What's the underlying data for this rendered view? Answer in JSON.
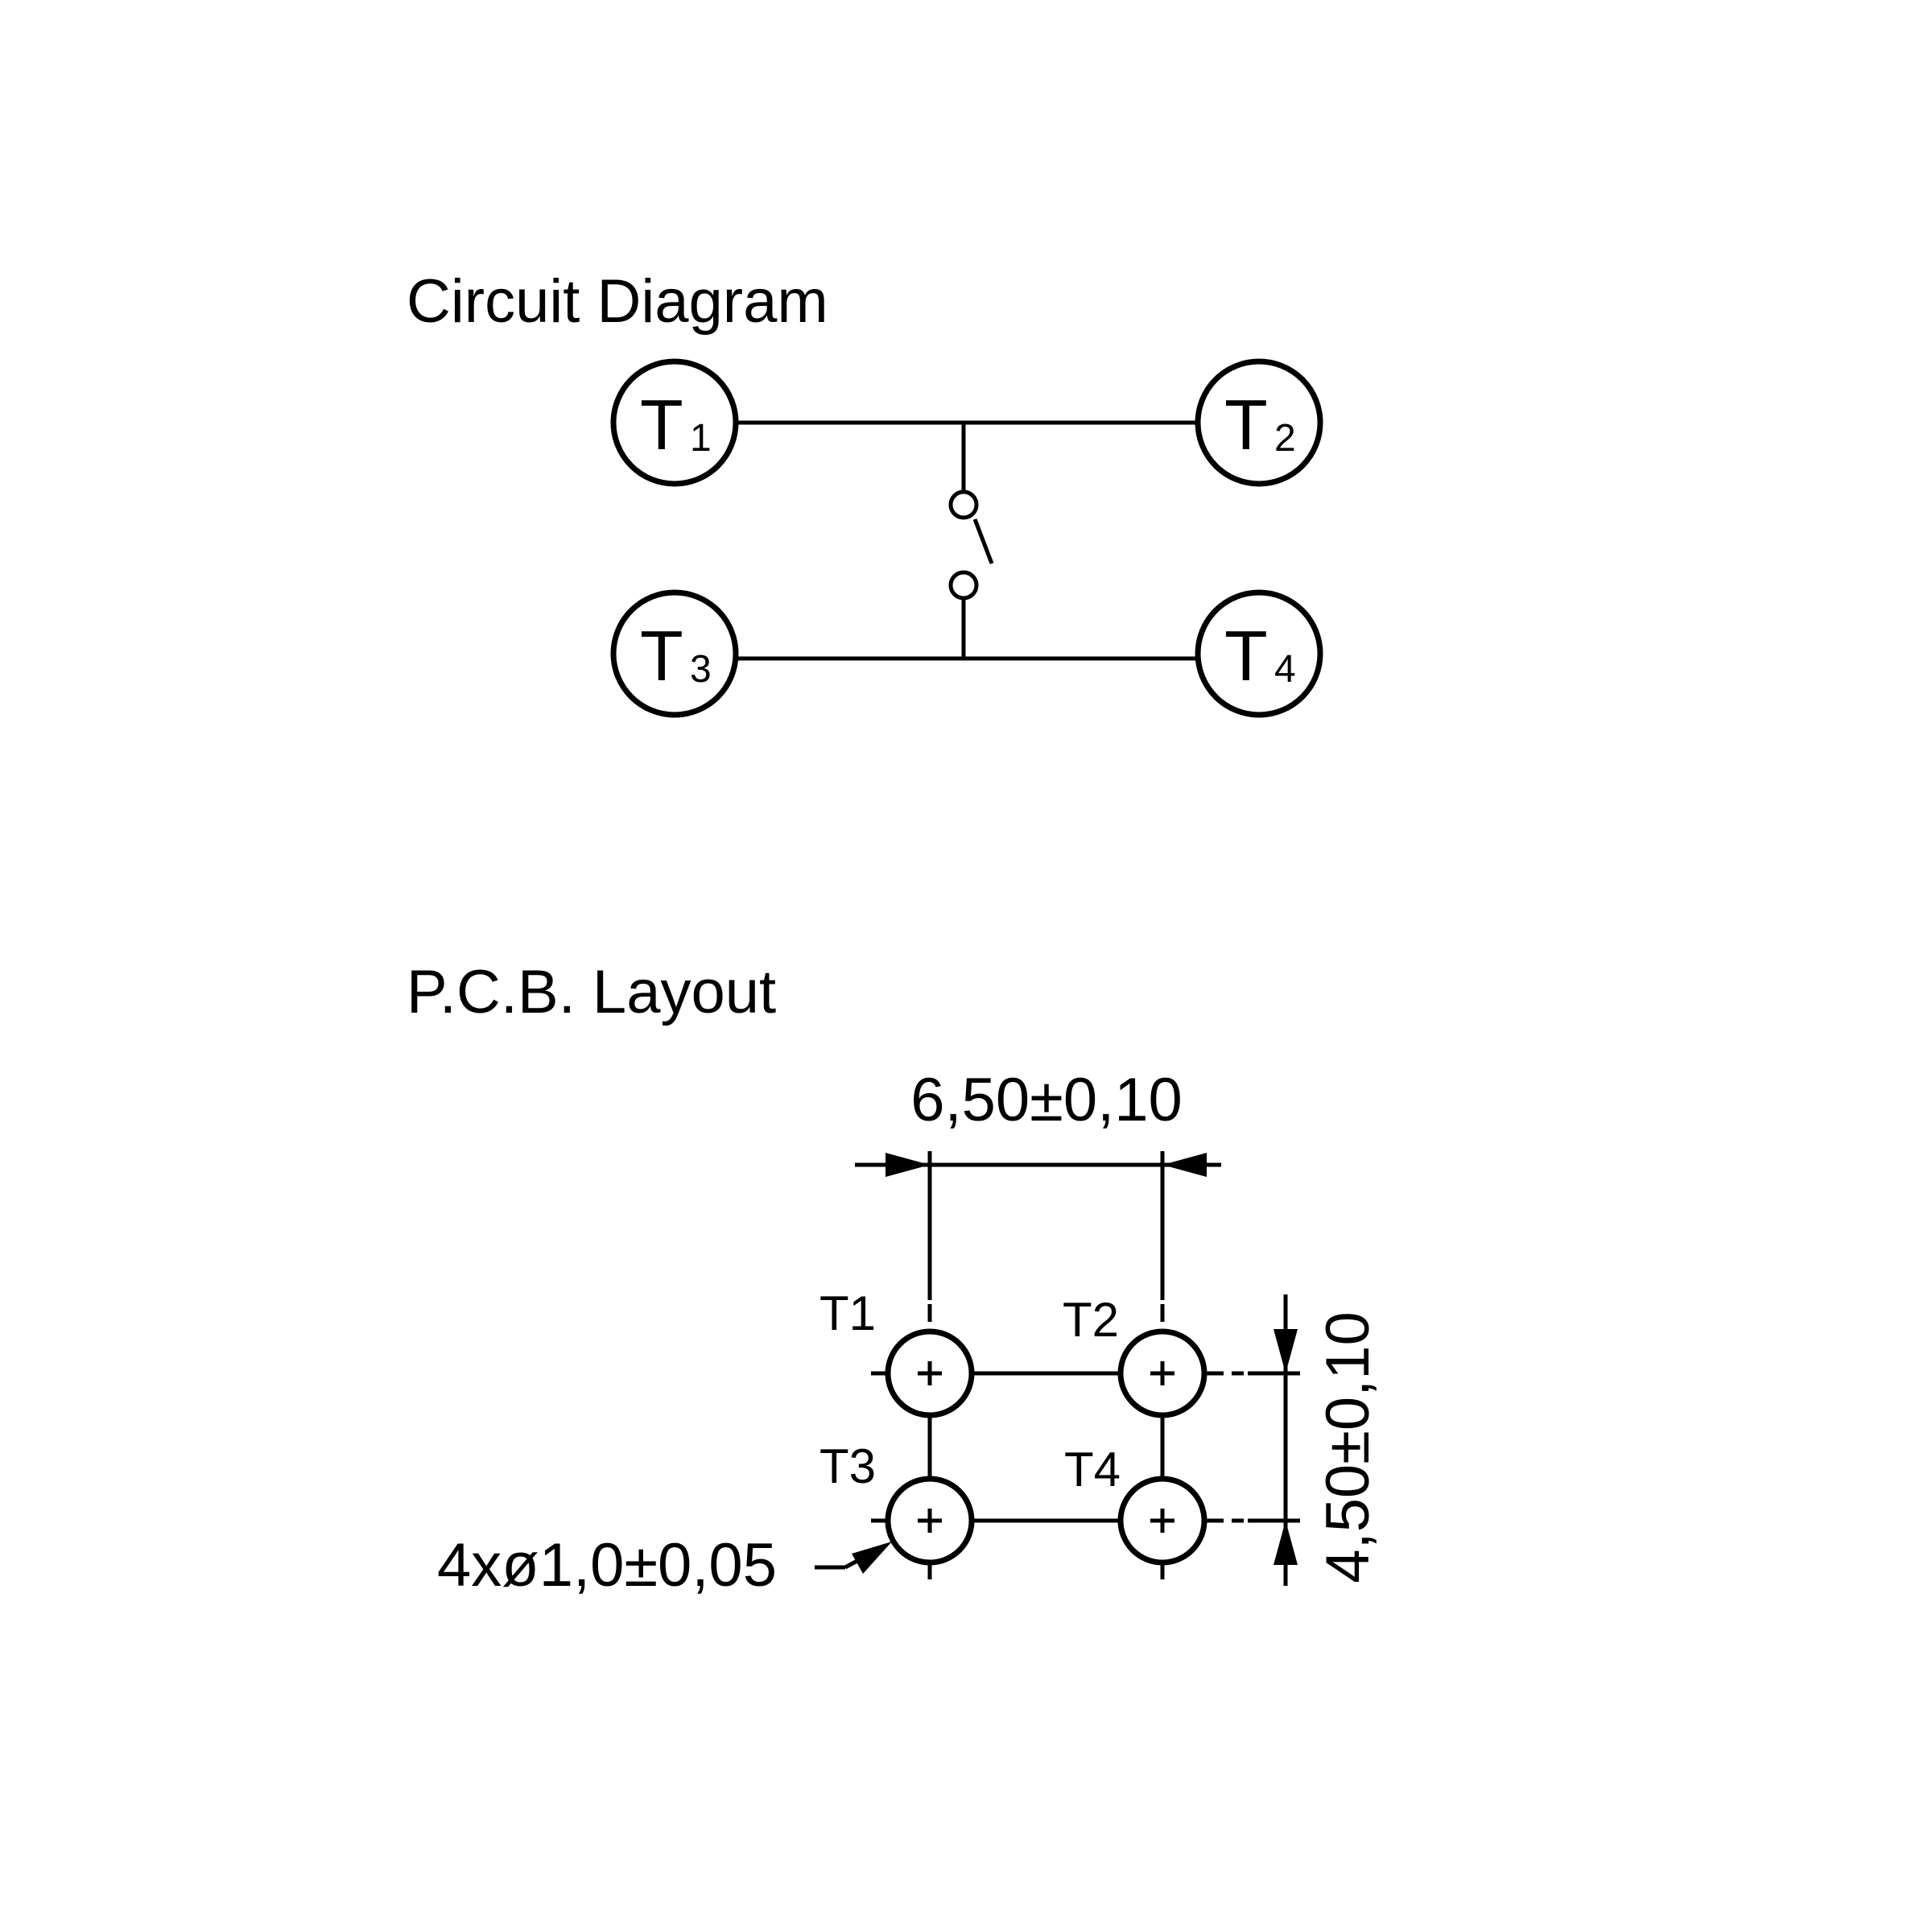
{
  "circuit": {
    "title": "Circuit Diagram",
    "terminals": [
      {
        "id": "T1",
        "letter": "T",
        "sub": "1"
      },
      {
        "id": "T2",
        "letter": "T",
        "sub": "2"
      },
      {
        "id": "T3",
        "letter": "T",
        "sub": "3"
      },
      {
        "id": "T4",
        "letter": "T",
        "sub": "4"
      }
    ]
  },
  "pcb": {
    "title": "P.C.B. Layout",
    "pads": [
      "T1",
      "T2",
      "T3",
      "T4"
    ],
    "dim_horizontal": "6,50±0,10",
    "dim_vertical": "4,50±0,10",
    "hole_spec": "4xø1,0±0,05"
  },
  "colors": {
    "ink": "#000000",
    "background": "#ffffff"
  }
}
